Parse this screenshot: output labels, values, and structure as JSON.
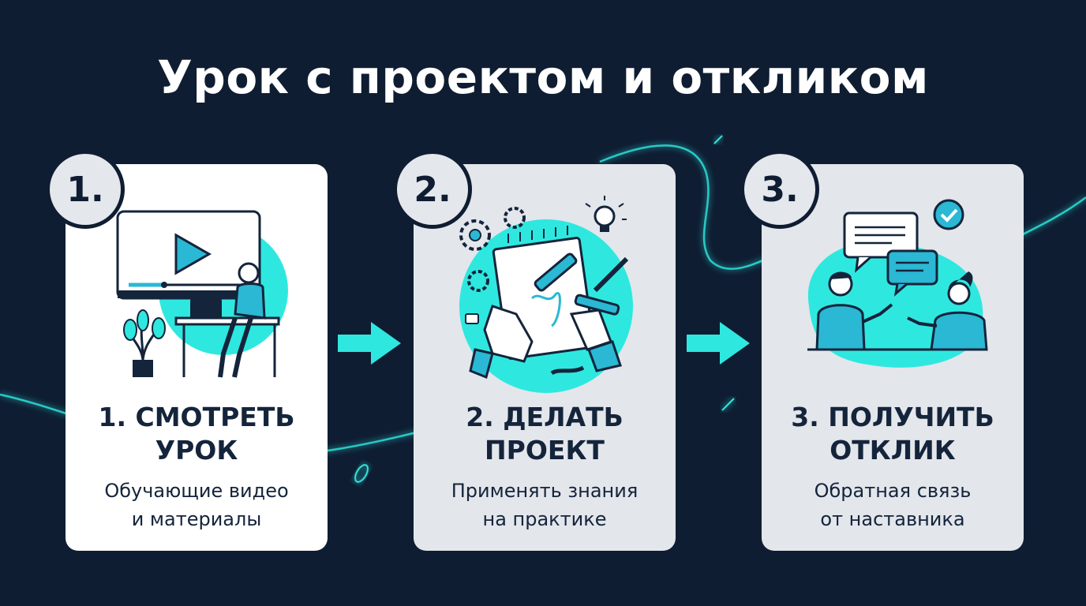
{
  "title": "Урок с проектом и откликом",
  "colors": {
    "background": "#0f1d32",
    "accent": "#2ee8e0",
    "card": "#ffffff",
    "card_muted": "#e3e6eb",
    "text_dark": "#14243b"
  },
  "steps": [
    {
      "badge": "1.",
      "title_line1": "1. СМОТРЕТЬ",
      "title_line2": "УРОК",
      "sub_line1": "Обучающие видео",
      "sub_line2": "и материалы",
      "icon": "video-lesson-illustration"
    },
    {
      "badge": "2.",
      "title_line1": "2. ДЕЛАТЬ",
      "title_line2": "ПРОЕКТ",
      "sub_line1": "Применять знания",
      "sub_line2": "на практике",
      "icon": "project-work-illustration"
    },
    {
      "badge": "3.",
      "title_line1": "3. ПОЛУЧИТЬ",
      "title_line2": "ОТКЛИК",
      "sub_line1": "Обратная связь",
      "sub_line2": "от наставника",
      "icon": "feedback-illustration"
    }
  ]
}
